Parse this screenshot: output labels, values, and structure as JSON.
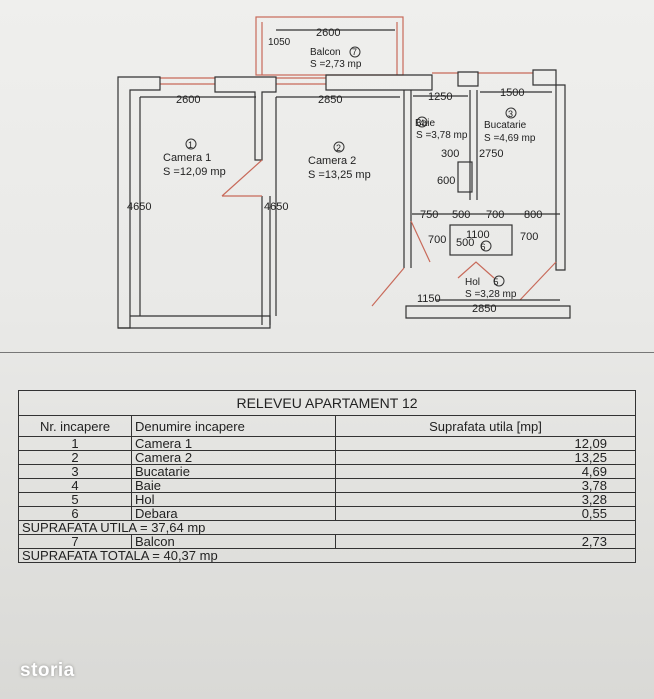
{
  "plan": {
    "balcony": {
      "dim": "2600",
      "side_dim": "1050",
      "name": "Balcon",
      "num": "7",
      "area": "S =2,73 mp"
    },
    "room1": {
      "num": "1",
      "name": "Camera 1",
      "area": "S =12,09 mp",
      "w": "2600",
      "h": "4650"
    },
    "room2": {
      "num": "2",
      "name": "Camera 2",
      "area": "S =13,25 mp",
      "w": "2850",
      "h": "4650"
    },
    "room3": {
      "num": "3",
      "name": "Bucatarie",
      "area": "S =4,69 mp",
      "w": "1500",
      "d1": "2750",
      "d2": "800"
    },
    "room4": {
      "num": "4",
      "name": "Baie",
      "area": "S =3,78 mp",
      "w": "1250",
      "d1": "300",
      "d2": "600"
    },
    "room5": {
      "num": "5",
      "name": "Hol",
      "area": "S =3,28 mp",
      "w": "2850",
      "d1": "1150"
    },
    "room6": {
      "num": "6",
      "d_top": "1100",
      "d_in": "500"
    },
    "dims_row": [
      "750",
      "500",
      "700",
      "800"
    ],
    "dims_side": [
      "700",
      "700"
    ]
  },
  "table": {
    "title": "RELEVEU APARTAMENT 12",
    "headers": [
      "Nr. incapere",
      "Denumire incapere",
      "Suprafata utila [mp]"
    ],
    "rows": [
      {
        "nr": "1",
        "name": "Camera 1",
        "area": "12,09"
      },
      {
        "nr": "2",
        "name": "Camera 2",
        "area": "13,25"
      },
      {
        "nr": "3",
        "name": "Bucatarie",
        "area": "4,69"
      },
      {
        "nr": "4",
        "name": "Baie",
        "area": "3,78"
      },
      {
        "nr": "5",
        "name": "Hol",
        "area": "3,28"
      },
      {
        "nr": "6",
        "name": "Debara",
        "area": "0,55"
      }
    ],
    "sum_util": "SUPRAFATA UTILA = 37,64 mp",
    "balcony_row": {
      "nr": "7",
      "name": "Balcon",
      "area": "2,73"
    },
    "sum_total": "SUPRAFATA TOTALA = 40,37 mp"
  },
  "watermark": {
    "text": "storia"
  }
}
